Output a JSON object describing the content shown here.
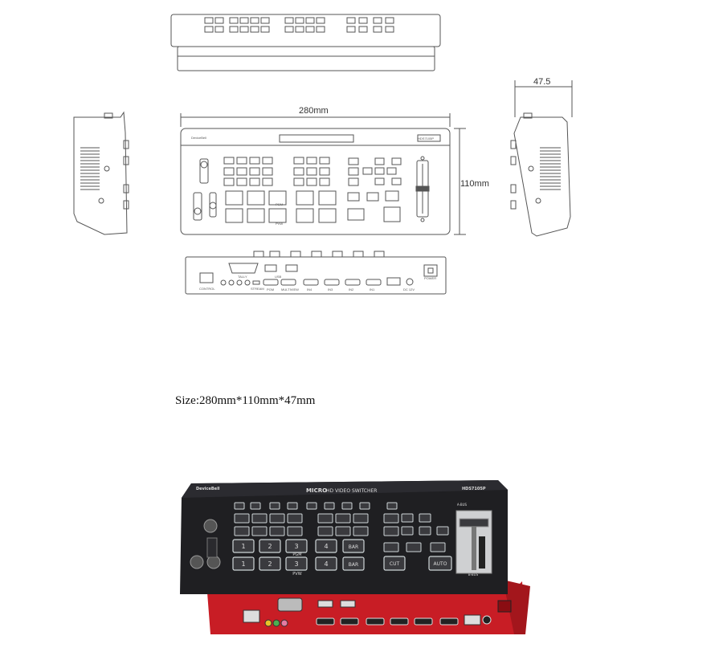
{
  "dimensions": {
    "width": "280mm",
    "height": "110mm",
    "depth": "47.5"
  },
  "size_caption": "Size:280mm*110mm*47mm",
  "device": {
    "brand": "DeviceBell",
    "title_bold": "MICRO",
    "title_rest": "HD VIDEO SWITCHER",
    "model": "HDS7105P"
  },
  "front_labels": {
    "pgm": "PGM",
    "pvw": "PVW",
    "a_bus": "A-BUS",
    "b_bus": "B-BUS",
    "cut": "CUT",
    "auto": "AUTO",
    "bar": "BAR",
    "input_numbers": [
      "1",
      "2",
      "3",
      "4"
    ]
  },
  "rear_labels": {
    "control": "CONTROL",
    "tally": "TALLY",
    "usb": "USB",
    "stream": "STREAM",
    "pgm": "PGM",
    "multiview": "MULTIVIEW",
    "in4": "IN4",
    "in3": "IN3",
    "in2": "IN2",
    "in1": "IN1",
    "dc12v": "DC 12V",
    "power": "POWER"
  },
  "colors": {
    "drawing_line": "#555555",
    "panel_black": "#1f1f22",
    "body_red": "#c81d25",
    "button_gray": "#3a3a3e",
    "button_edge": "#cfd6d8"
  }
}
